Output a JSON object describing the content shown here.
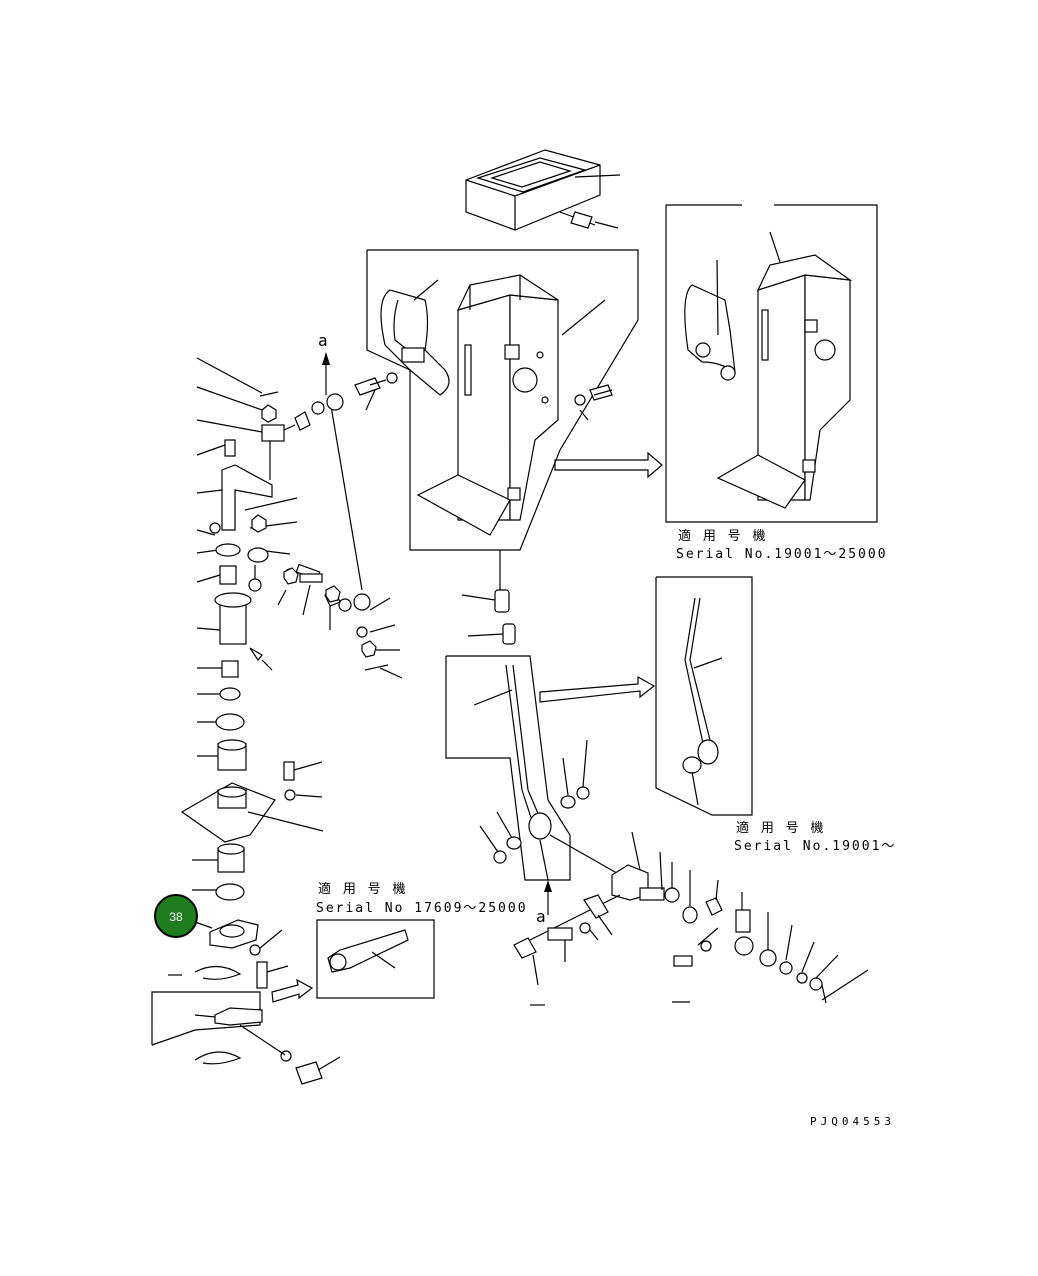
{
  "labels": {
    "view_a_top": "a",
    "view_a_bottom": "a",
    "note1_jp": "適 用 号 機",
    "note1_serial": "Serial No.19001～25000",
    "note2_jp": "適 用 号 機",
    "note2_serial": "Serial No.19001～",
    "note3_jp": "適 用 号 機",
    "note3_serial": "Serial No 17609～25000",
    "drawing_ref": "PJQ04553"
  },
  "callout": {
    "number": "38",
    "color": "#1e7d1e"
  }
}
